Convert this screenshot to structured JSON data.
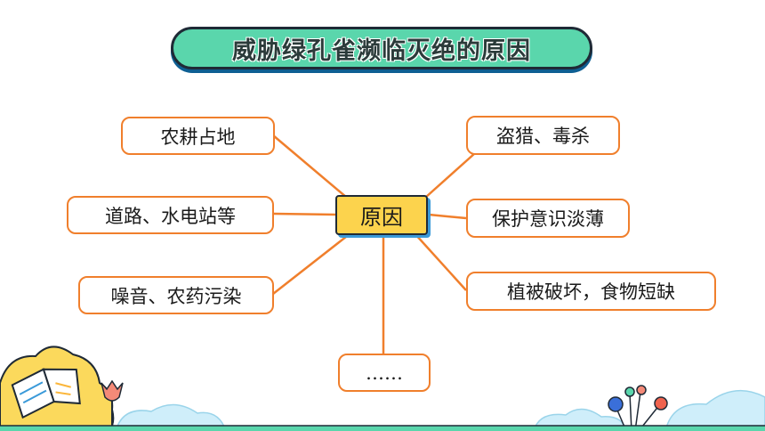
{
  "title": "威胁绿孔雀濒临灭绝的原因",
  "center": "原因",
  "nodes": {
    "farmland": "农耕占地",
    "roads": "道路、水电站等",
    "pollution": "噪音、农药污染",
    "hunting": "盗猎、毒杀",
    "awareness": "保护意识淡薄",
    "habitat": "植被破坏，食物短缺",
    "more": "……"
  },
  "colors": {
    "title_fill": "#5ad6ac",
    "center_fill": "#fcd34d",
    "connector": "#f07f2c",
    "node_border": "#f07f2c"
  }
}
